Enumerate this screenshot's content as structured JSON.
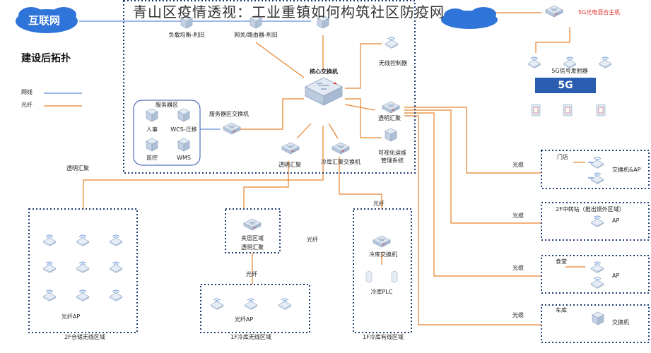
{
  "title": "青山区疫情透视：工业重镇如何构筑社区防疫网",
  "cloud_internet": "互联网",
  "cloud_right": "",
  "build_title": "建设后拓扑",
  "legend": {
    "network_line": "网线",
    "fiber": "光纤"
  },
  "colors": {
    "fiber": "#e8822a",
    "network": "#3b6fd1",
    "dotted_border": "#1f3b73",
    "five_g_box": "#2a5db0"
  },
  "core": {
    "load_balancer": "负载均衡-利旧",
    "gateway_router": "网关/路由器-利旧",
    "core_switch": "核心交换机",
    "wireless_controller": "无线控制器",
    "transparent_agg_right": "透明汇聚",
    "server_zone_switch": "服务器区交换机",
    "transparent_agg_mid": "透明汇聚",
    "cold_storage_agg_switch": "冷库汇聚交换机",
    "ops_system_line1": "可视化运维",
    "ops_system_line2": "管理系统"
  },
  "server_zone": {
    "title": "服务器区",
    "items": [
      "人事",
      "WCS-迁移",
      "监控",
      "WMS"
    ]
  },
  "transparent_agg_left": "透明汇聚",
  "five_g": {
    "host": "5G光电混合主机",
    "controller": "5G信号发射器",
    "label": "5G"
  },
  "zones": {
    "warehouse_2f": {
      "label": "光纤AP",
      "footer": "2F仓储无线区域"
    },
    "mezzanine": {
      "line1": "夹层区域",
      "line2": "透明汇聚"
    },
    "cold_1f_wireless": {
      "label": "光纤AP",
      "footer": "1F冷库无线区域"
    },
    "cold_1f_wired": {
      "switch": "冷库交换机",
      "plc": "冷库PLC",
      "footer": "1F冷库有线区域"
    }
  },
  "fiber_labels": {
    "to_mezzanine": "光纤",
    "mezz_down": "光纤",
    "cold_top": "光纤",
    "branches": [
      "光缆",
      "光缆",
      "光缆",
      "光缆"
    ]
  },
  "right_boxes": [
    {
      "name": "门店",
      "device": "交换机&AP"
    },
    {
      "name": "2F中转站（推出馈外区域）",
      "device": "AP"
    },
    {
      "name": "食堂",
      "device": "AP"
    },
    {
      "name": "车库",
      "device": "交换机"
    }
  ]
}
